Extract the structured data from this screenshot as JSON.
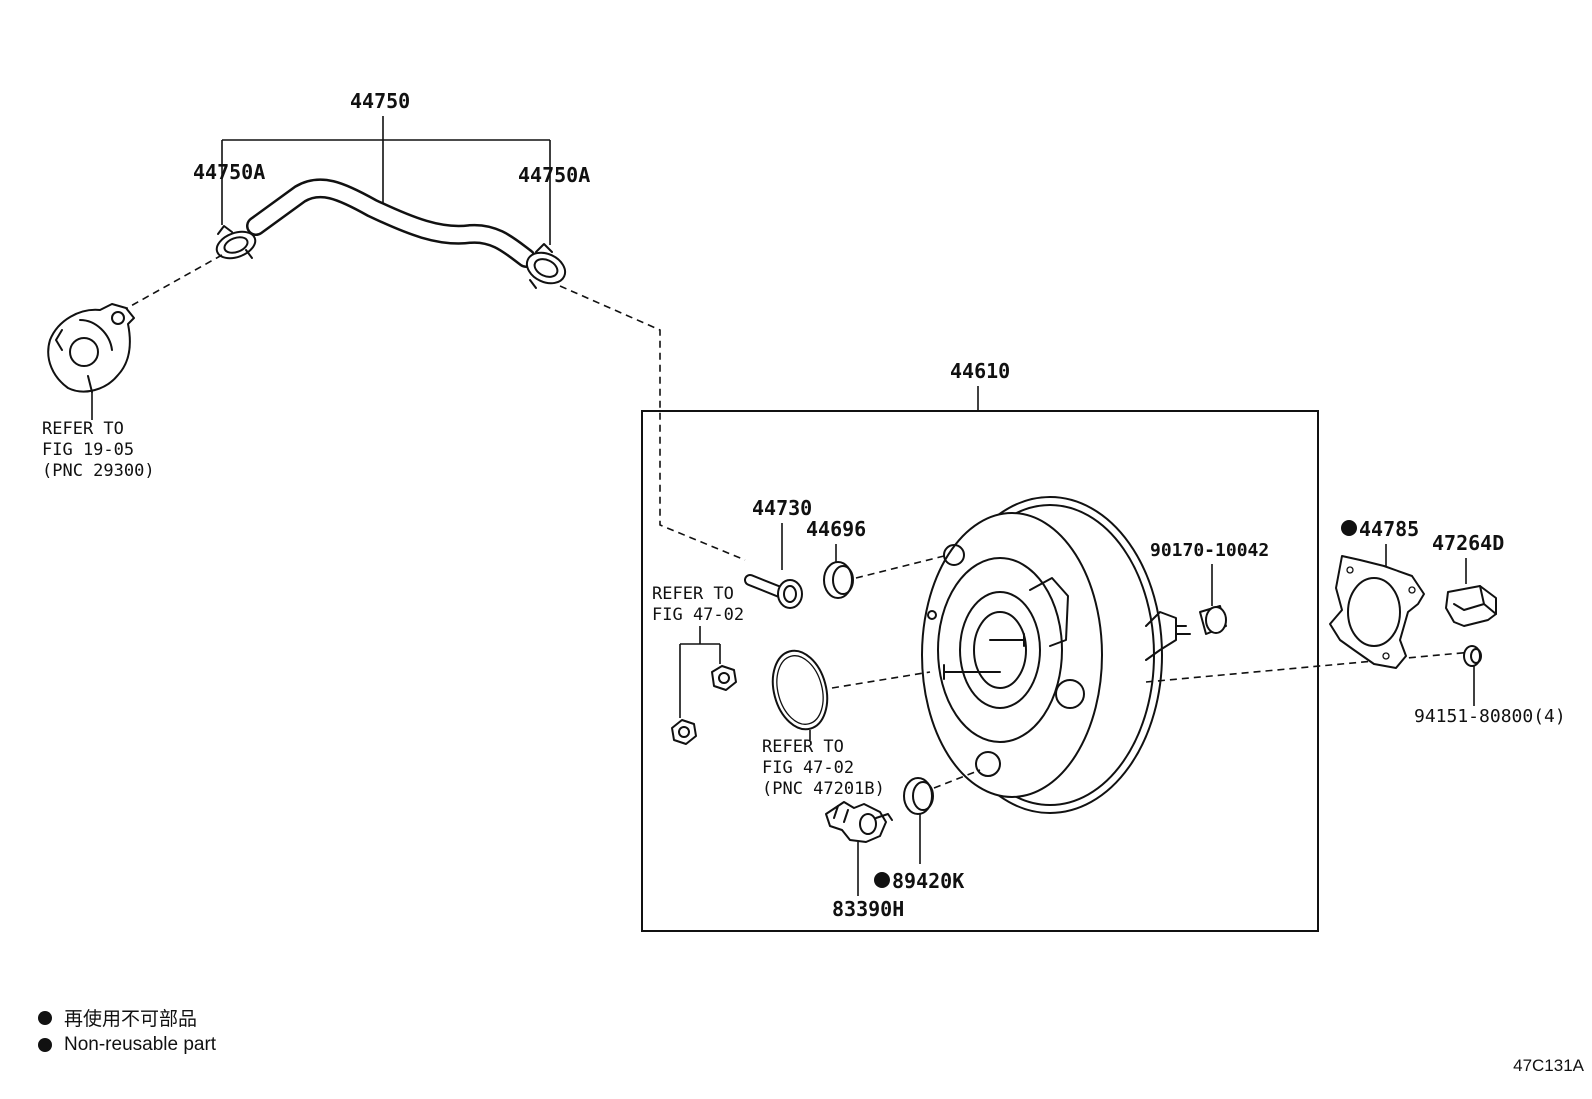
{
  "parts": {
    "hose_assy": "44750",
    "clip_left": "44750A",
    "clip_right": "44750A",
    "booster_assy": "44610",
    "check_valve": "44730",
    "grommet": "44696",
    "gasket": "44785",
    "bracket": "47264D",
    "yoke": "90170-10042",
    "nut": "94151-80800(4)",
    "sensor_plug": "89420K",
    "sensor": "83390H"
  },
  "refs": {
    "vacuum_pump": [
      "REFER TO",
      "FIG 19-05",
      "(PNC 29300)"
    ],
    "master_nuts": [
      "REFER TO",
      "FIG 47-02"
    ],
    "o_ring": [
      "REFER TO",
      "FIG 47-02",
      "(PNC 47201B)"
    ]
  },
  "legend": {
    "non_reusable_ja": "再使用不可部品",
    "non_reusable_en": "Non-reusable part"
  },
  "illustration_code": "47C131A",
  "colors": {
    "line": "#111111",
    "background": "#ffffff"
  }
}
